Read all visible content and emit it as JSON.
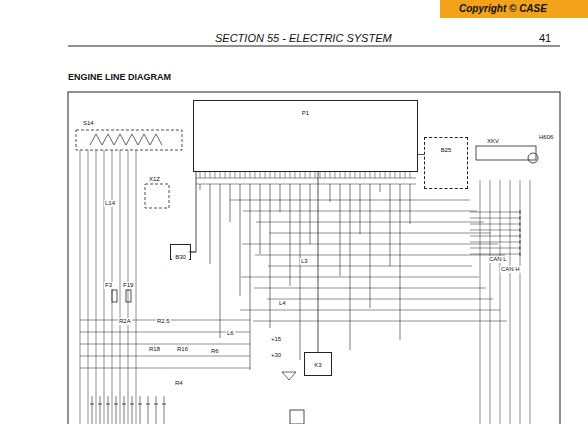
{
  "diagram": {
    "title": "ENGINE LINE DIAGRAM",
    "nodes": [
      {
        "text": [
          "P1"
        ]
      },
      {
        "text": [
          "B25"
        ]
      },
      {
        "text": [
          "B30"
        ]
      },
      {
        "text": [
          "K3"
        ]
      }
    ],
    "edges": [
      {
        "from": 0,
        "to": 1,
        "arrow": "none"
      },
      {
        "from": 0,
        "to": 2,
        "arrow": "none"
      },
      {
        "from": 0,
        "to": 3,
        "arrow": "none"
      }
    ],
    "labels": [
      "Copyright © CASE",
      "SECTION 55 - ELECTRIC SYSTEM",
      "41",
      "S14",
      "X1Z",
      "XKV",
      "H606",
      "F3",
      "F19",
      "L14",
      "R2A",
      "R2.5",
      "R18",
      "R4",
      "L6",
      "R6",
      "L4",
      "L3",
      "R16",
      "+15",
      "+30",
      "CAN L",
      "CAN H"
    ]
  }
}
